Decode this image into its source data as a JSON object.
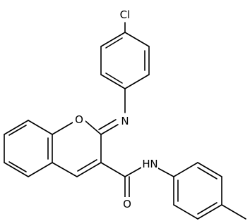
{
  "labels": {
    "chlorine": "Cl",
    "ring_oxygen": "O",
    "imine_nitrogen": "N",
    "carbonyl_oxygen": "O",
    "amide_nh": "H",
    "amide_n": "N"
  },
  "colors": {
    "bond": "#000000",
    "background": "#ffffff"
  }
}
